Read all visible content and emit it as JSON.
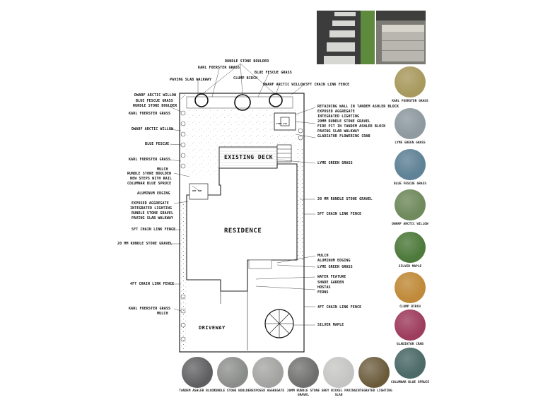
{
  "plan": {
    "labels_top": [
      "RUNDLE STONE BOULDER",
      "KARL FOERSTER GRASS",
      "CLUMP BIRCH",
      "BLUE FESCUE GRASS",
      "PAVING SLAB WALKWAY",
      "DWARF ARCTIC WILLOW",
      "5FT CHAIN LINK FENCE"
    ],
    "labels_left": [
      "DWARF ARCTIC WILLOW",
      "BLUE FESCUE GRASS",
      "RUNDLE STONE BOULDER",
      "KARL FOERSTER GRASS",
      "DWARF ARCTIC WILLOW",
      "BLUE FESCUE",
      "KARL FOERSTER GRASS",
      "MULCH",
      "RUNDLE STONE BOULDER",
      "NEW STEPS WITH RAIL",
      "COLUMNAR BLUE SPRUCE",
      "ALUMINUM EDGING",
      "EXPOSED AGGREGATE",
      "INTEGRATED LIGHTING",
      "RUNDLE STONE GRAVEL",
      "PAVING SLAB WALKWAY",
      "5FT CHAIN LINK FENCE",
      "20 MM RUNDLE STONE GRAVEL",
      "4FT CHAIN LINK FENCE",
      "KARL FOERSTER GRASS",
      "MULCH"
    ],
    "labels_right": [
      "RETAINING WALL IN TANDEM ASHLER BLOCK",
      "EXPOSED AGGREGATE",
      "INTEGRATED LIGHTING",
      "20MM RUNDLE STONE GRAVEL",
      "FIRE PIT IN TANDEM ASHLER BLOCK",
      "PAVING SLAB WALKWAY",
      "GLADIATOR FLOWERING CRAB",
      "LYME GREEN GRASS",
      "20 MM RUNDLE STONE GRAVEL",
      "5FT CHAIN LINK FENCE",
      "MULCH",
      "ALUMINUM EDGING",
      "LYME GREEN GRASS",
      "WATER FEATURE",
      "SHADE GARDEN",
      "HOSTAS",
      "FERNS",
      "4FT CHAIN LINK FENCE",
      "SILVER MAPLE"
    ],
    "areas": {
      "deck": "EXISTING DECK",
      "residence": "RESIDENCE",
      "driveway": "DRIVEWAY",
      "firepit": "FIRE PIT",
      "hot_tub": "HOT TUB"
    }
  },
  "plant_palette": [
    {
      "name": "KARL FOERSTER GRASS",
      "color": "#a89a5e"
    },
    {
      "name": "LYME GREEN GRASS",
      "color": "#8e9aa0"
    },
    {
      "name": "BLUE FESCUE GRASS",
      "color": "#5f8296"
    },
    {
      "name": "DWARF ARCTIC WILLOW",
      "color": "#6f8a5c"
    },
    {
      "name": "SILVER MAPLE",
      "color": "#4e7a3c"
    },
    {
      "name": "CLUMP BIRCH",
      "color": "#c08a3a"
    },
    {
      "name": "GLADIATOR CRAB",
      "color": "#9e3e5e"
    },
    {
      "name": "COLUMNAR BLUE SPRUCE",
      "color": "#4c6a68"
    }
  ],
  "material_palette": [
    {
      "name": "TANDEM ASHLER BLOCK",
      "color": "#5e5e60"
    },
    {
      "name": "RUNDLE STONE BOULDER",
      "color": "#8a8c8a"
    },
    {
      "name": "EXPOSED AGGREGATE",
      "color": "#a2a2a0"
    },
    {
      "name": "20MM RUNDLE STONE GRAVEL",
      "color": "#6e6e6c"
    },
    {
      "name": "GREY NICKEL PAVING SLAB",
      "color": "#c4c4c2"
    },
    {
      "name": "INTEGRATED LIGHTING",
      "color": "#6a5a3a"
    }
  ]
}
